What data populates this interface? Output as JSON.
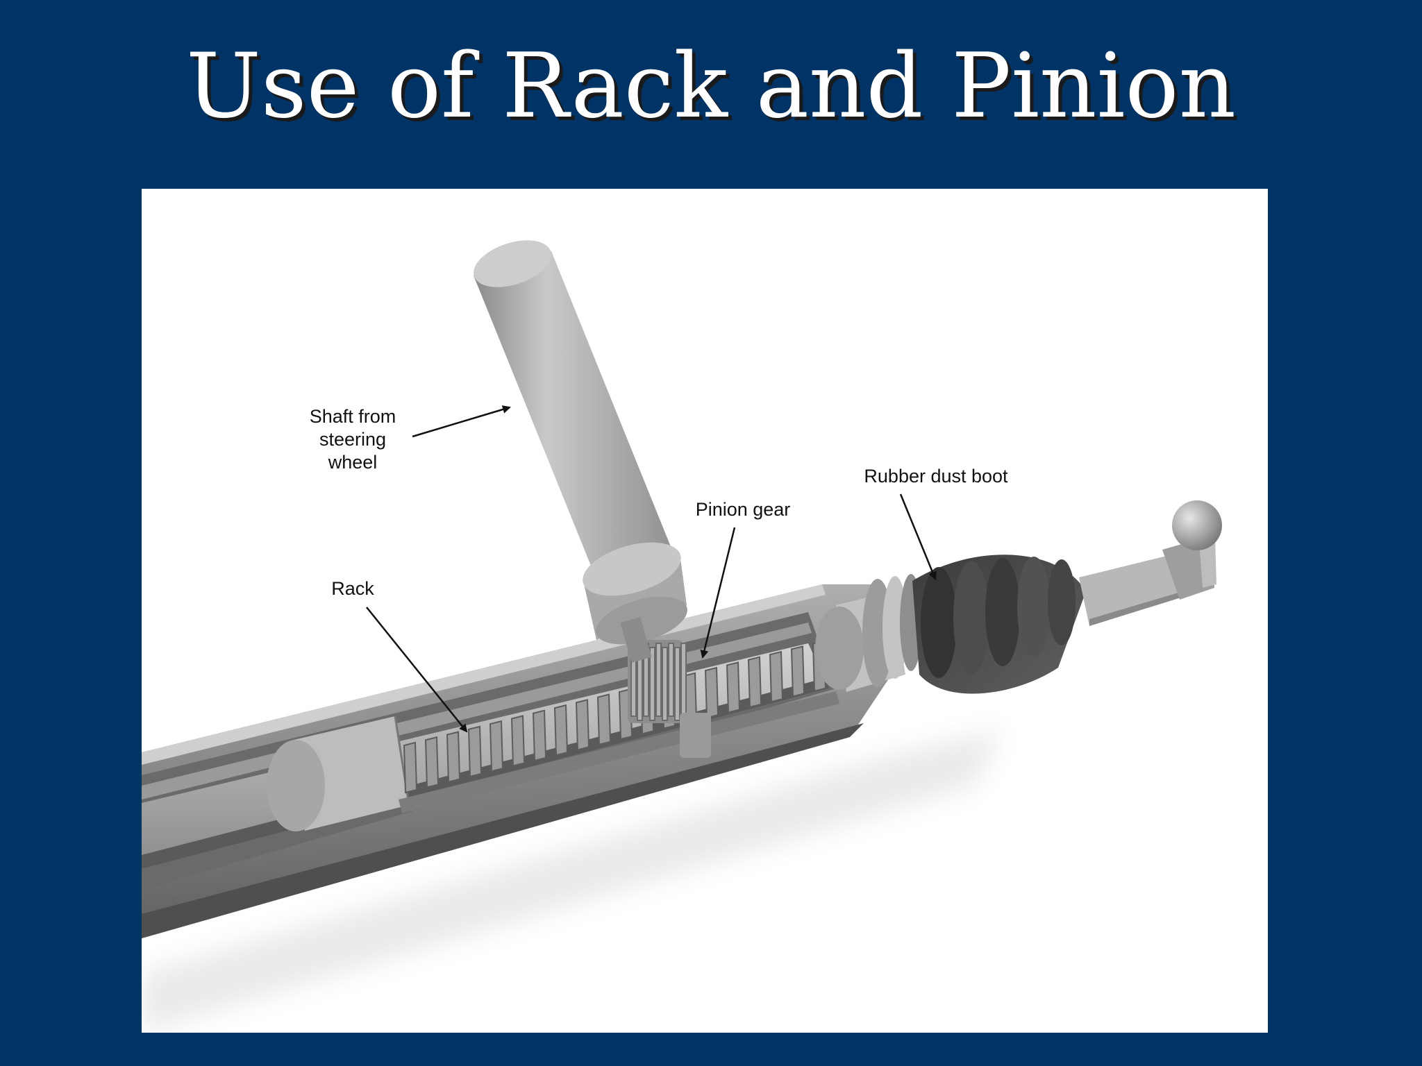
{
  "slide": {
    "title": "Use of Rack and Pinion"
  },
  "diagram": {
    "labels": {
      "shaft_line1": "Shaft from",
      "shaft_line2": "steering",
      "shaft_line3": "wheel",
      "rubber_boot": "Rubber dust boot",
      "pinion_gear": "Pinion gear",
      "rack": "Rack"
    }
  },
  "colors": {
    "background": "#003366",
    "title": "#ffffff",
    "panel": "#ffffff"
  }
}
